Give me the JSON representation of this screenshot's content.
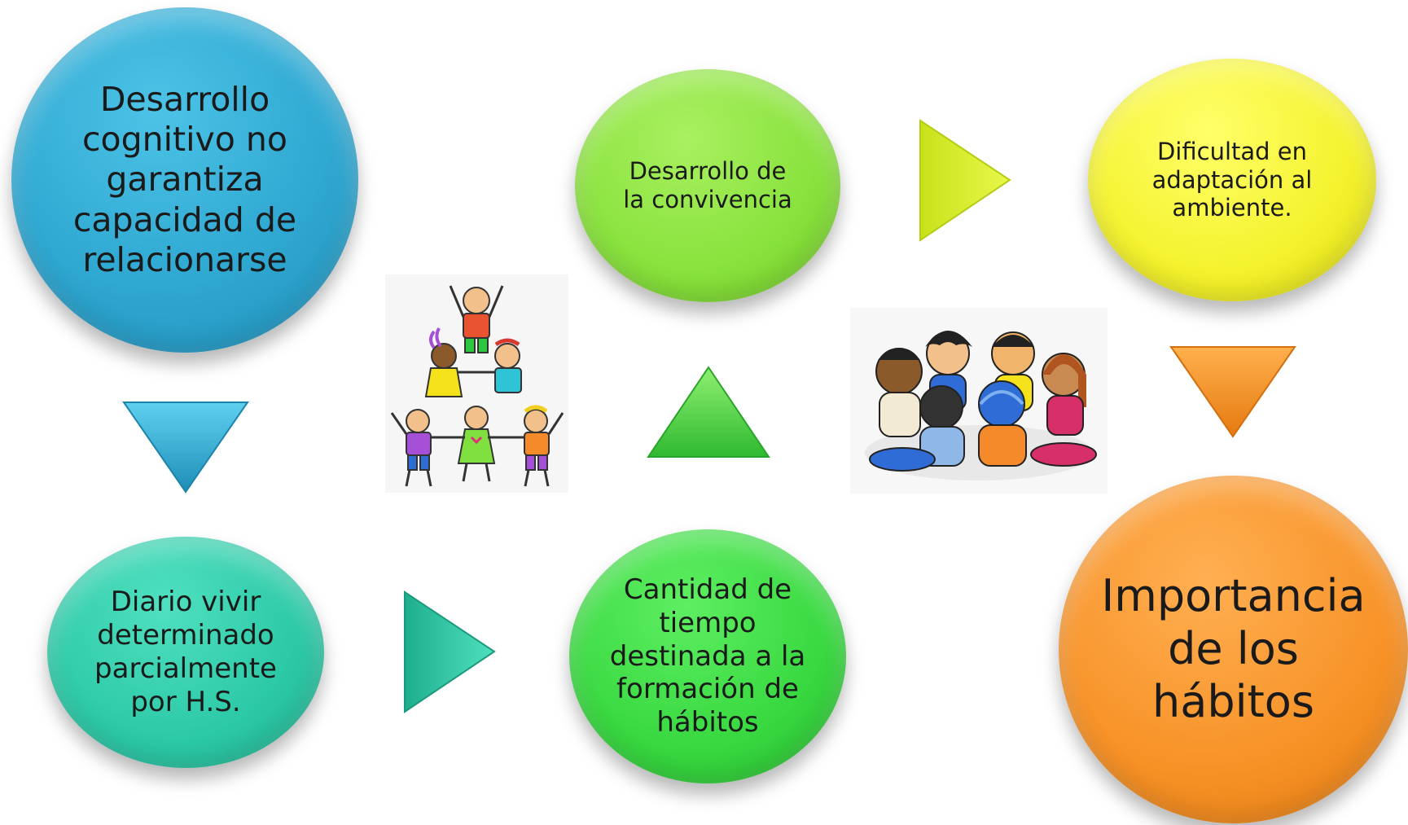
{
  "nodes": {
    "cognitive": "Desarrollo\ncognitivo no\ngarantiza\ncapacidad de\nrelacionarse",
    "daily": "Diario vivir\ndeterminado\nparcialmente\npor H.S.",
    "time": "Cantidad de\ntiempo\ndestinada a la\nformación de\nhábitos",
    "coexistence": "Desarrollo de\nla convivencia",
    "difficulty": "Dificultad en\nadaptación al\nambiente.",
    "importance": "Importancia\nde los\nhábitos"
  },
  "colors": {
    "blue": "#2fa8d2",
    "teal": "#2cc9a6",
    "green": "#38d840",
    "lime": "#88e23c",
    "yellow": "#f4f22c",
    "orange": "#f79227"
  },
  "icons": [
    "kids-pyramid-icon",
    "kids-circle-icon"
  ]
}
